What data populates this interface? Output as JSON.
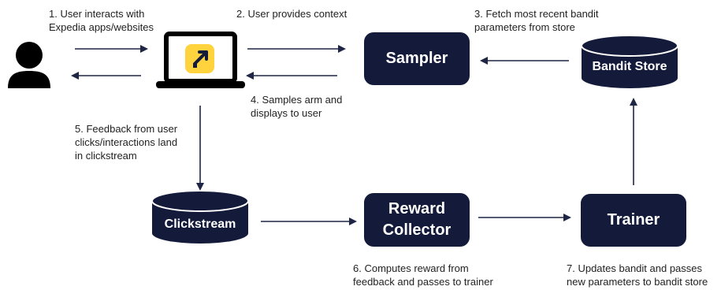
{
  "steps": {
    "step1": [
      "1. User interacts with",
      "Expedia apps/websites"
    ],
    "step2": "2. User provides context",
    "step3": [
      "3. Fetch most recent bandit",
      "parameters from store"
    ],
    "step4": [
      "4.  Samples arm and",
      "displays to user"
    ],
    "step5": [
      "5.  Feedback from user",
      "clicks/interactions land",
      "in clickstream"
    ],
    "step6": [
      "6.  Computes reward from",
      "feedback and passes to trainer"
    ],
    "step7": [
      "7.  Updates bandit and passes",
      "new parameters to bandit store"
    ]
  },
  "nodes": {
    "sampler": "Sampler",
    "bandit_store": "Bandit Store",
    "clickstream": "Clickstream",
    "reward_collector": [
      "Reward",
      "Collector"
    ],
    "trainer": "Trainer"
  },
  "colors": {
    "node_fill": "#131a3a",
    "arrow": "#1f2545",
    "app_icon_bg": "#ffd33d",
    "app_icon_arrow": "#131a3a"
  },
  "icons": {
    "user": "user-icon",
    "laptop": "laptop-icon",
    "app": "expedia-app-icon"
  }
}
